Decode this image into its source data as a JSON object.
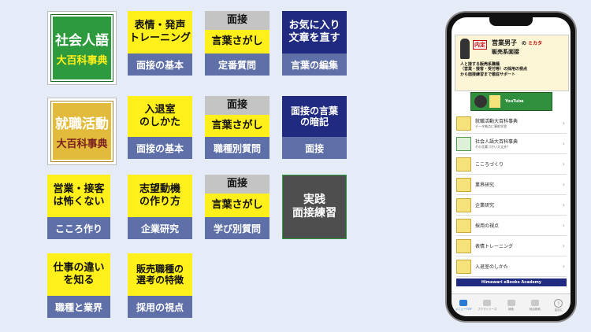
{
  "tiles": {
    "shakai_jingo": {
      "title": "社会人語",
      "subtitle": "大百科事典"
    },
    "hyojo": {
      "top": "表情・発声\nトレーニング",
      "bottom": "面接の基本"
    },
    "kotoba1": {
      "top": "面接",
      "mid": "言葉さがし",
      "bottom": "定番質問"
    },
    "okiniiri": {
      "top": "お気に入り\n文章を直す",
      "bottom": "言葉の編集"
    },
    "shushoku": {
      "title": "就職活動",
      "subtitle": "大百科事典"
    },
    "nyutaishitsu": {
      "top": "入退室\nのしかた",
      "bottom": "面接の基本"
    },
    "kotoba2": {
      "top": "面接",
      "mid": "言葉さがし",
      "bottom": "職種別質問"
    },
    "anki": {
      "top": "面接の言葉\nの暗記",
      "bottom": "面接"
    },
    "eigyo": {
      "top": "営業・接客\nは怖くない",
      "bottom": "こころ作り"
    },
    "shibo": {
      "top": "志望動機\nの作り方",
      "bottom": "企業研究"
    },
    "kotoba3": {
      "top": "面接",
      "mid": "言葉さがし",
      "bottom": "学び別質問"
    },
    "jissen": {
      "top": "実践\n面接練習"
    },
    "shigoto": {
      "top": "仕事の違い\nを知る",
      "bottom": "職種と業界"
    },
    "hanbai": {
      "top": "販売職種の\n選考の特徴",
      "bottom": "採用の視点"
    }
  },
  "phone": {
    "banner_badge": "内定",
    "banner_title": "営業男子",
    "banner_no": "の",
    "banner_brand": "ミカタ",
    "banner_sub": "販売系面接",
    "banner_desc": "人と接する販売系職種\n（営業・接客・受付等）の採用の視点\nから面接練習まで徹底サポート",
    "promo_text": "YouTube",
    "list": [
      {
        "label": "就職活動大百科事典",
        "sub": "データ拠点に事前学習"
      },
      {
        "label": "社会人語大百科事典",
        "sub": "その言葉づかい大丈夫？"
      },
      {
        "label": "こころづくり",
        "sub": ""
      },
      {
        "label": "業界研究",
        "sub": ""
      },
      {
        "label": "企業研究",
        "sub": ""
      },
      {
        "label": "採用の視点",
        "sub": ""
      },
      {
        "label": "表情トレーニング",
        "sub": ""
      },
      {
        "label": "入退室のしかた",
        "sub": ""
      }
    ],
    "footer_band": "Himawari eBooks Academy",
    "tabs": [
      "メニューTOP",
      "ブクマシリーズ",
      "検索",
      "就活検索",
      "会社に"
    ]
  }
}
